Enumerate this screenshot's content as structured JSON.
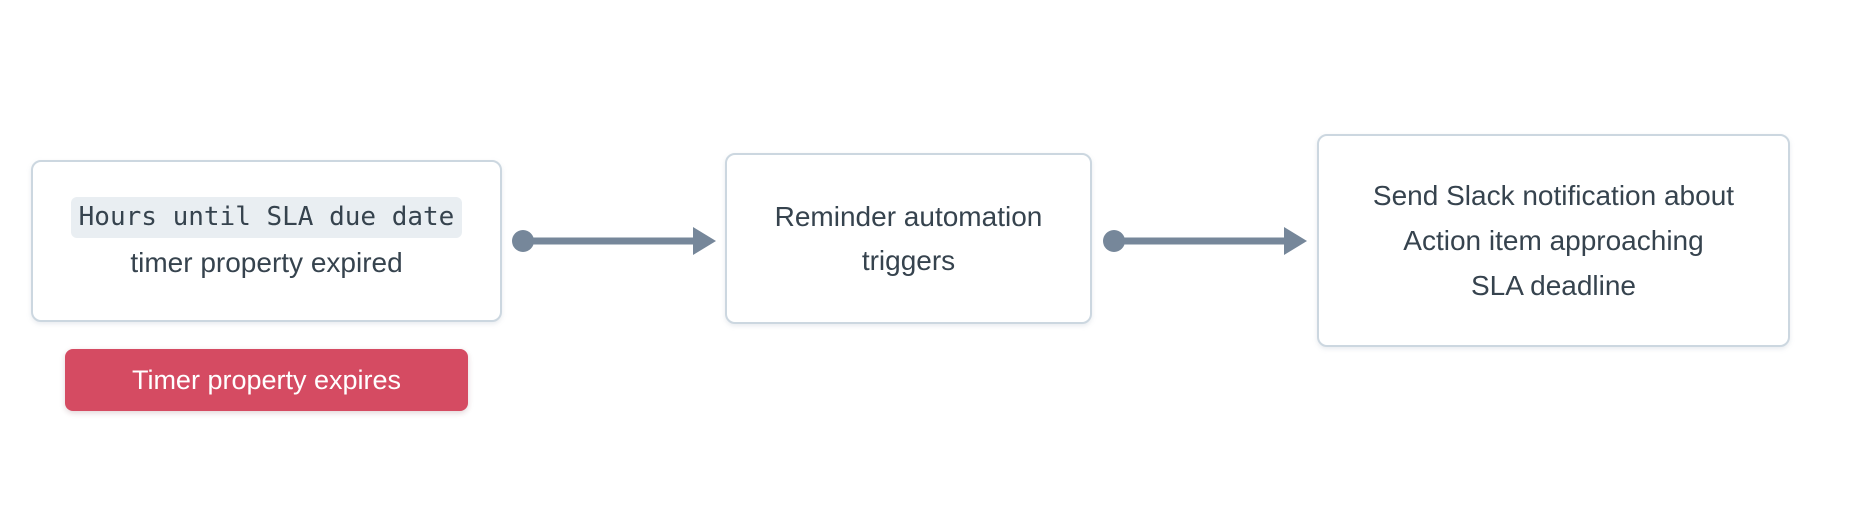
{
  "diagram": {
    "colors": {
      "node_border": "#ccd7e0",
      "node_background": "#ffffff",
      "text": "#36434e",
      "code_background": "#e9eef2",
      "badge_background": "#d54b62",
      "badge_text": "#ffffff",
      "connector": "#76879a",
      "page_background": "#ffffff"
    },
    "nodes": [
      {
        "id": "trigger",
        "code_text": "Hours until SLA due date",
        "text": "timer property expired",
        "badge_label": "Timer property expires"
      },
      {
        "id": "automation",
        "lines": [
          "Reminder automation",
          "triggers"
        ]
      },
      {
        "id": "action",
        "lines": [
          "Send Slack notification about",
          "Action item approaching",
          "SLA deadline"
        ]
      }
    ],
    "connectors": [
      {
        "from": "trigger",
        "to": "automation",
        "style": "dot-line-arrowhead"
      },
      {
        "from": "automation",
        "to": "action",
        "style": "dot-line-arrowhead"
      }
    ]
  }
}
